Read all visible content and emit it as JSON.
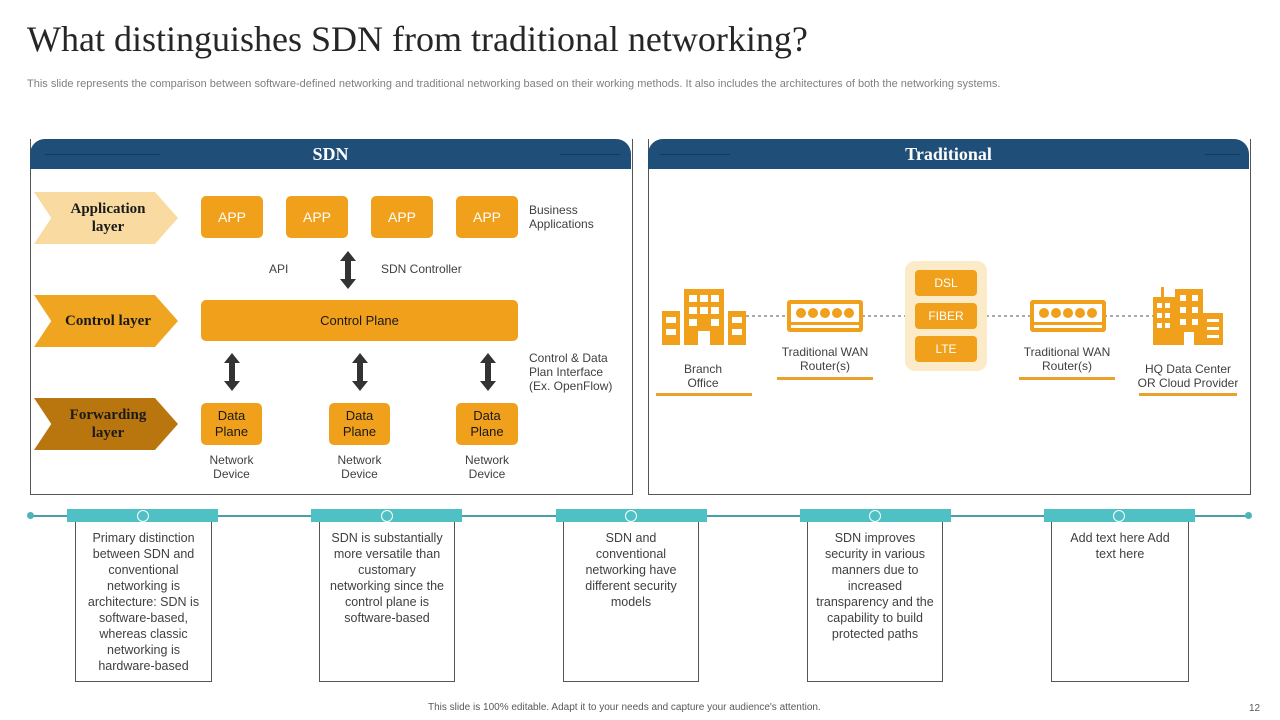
{
  "title": "What distinguishes SDN from traditional networking?",
  "subtitle": "This slide represents the comparison between software-defined networking and traditional networking based on their working methods. It also includes the architectures of both the networking systems.",
  "sdn": {
    "header": "SDN",
    "layers": {
      "application": "Application layer",
      "control": "Control layer",
      "forwarding": "Forwarding layer"
    },
    "apps": [
      "APP",
      "APP",
      "APP",
      "APP"
    ],
    "business_apps_label": "Business Applications",
    "api_label": "API",
    "sdn_controller_label": "SDN Controller",
    "control_plane_label": "Control Plane",
    "interface_label": "Control & Data Plan Interface (Ex. OpenFlow)",
    "data_planes": [
      "Data Plane",
      "Data Plane",
      "Data Plane"
    ],
    "network_devices": [
      "Network Device",
      "Network Device",
      "Network Device"
    ]
  },
  "traditional": {
    "header": "Traditional",
    "branch_office": "Branch Office",
    "wan_router_left": "Traditional WAN Router(s)",
    "wan_router_right": "Traditional WAN Router(s)",
    "links": [
      "DSL",
      "FIBER",
      "LTE"
    ],
    "hq": "HQ Data Center OR Cloud Provider"
  },
  "timeline": [
    "Primary distinction between SDN and conventional networking is architecture: SDN is software-based, whereas classic networking is hardware-based",
    "SDN is substantially more versatile than customary networking since the control plane is software-based",
    "SDN and conventional networking have different security models",
    "SDN improves security in various manners due to increased transparency and the capability to build protected paths",
    "Add text here Add text here"
  ],
  "footer": "This slide is 100% editable. Adapt it to your needs and capture your audience's attention.",
  "page_number": "12",
  "colors": {
    "header_blue": "#1f4e79",
    "orange": "#f0a01a",
    "teal": "#4fc1c4",
    "chevron_light": "#f9dba2",
    "chevron_dark": "#b9760f"
  }
}
